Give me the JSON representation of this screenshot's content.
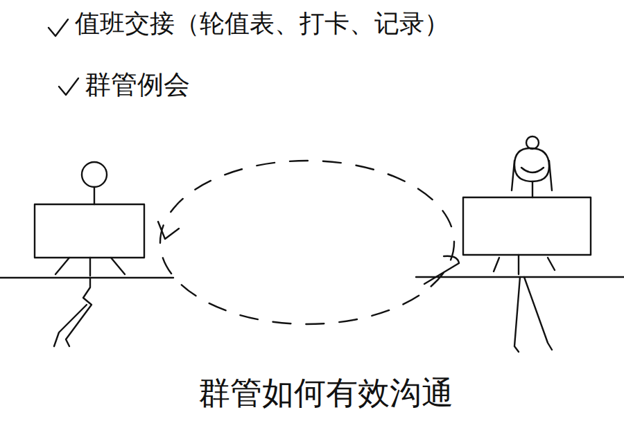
{
  "diagram": {
    "caption": "群管如何有效沟通",
    "labels": [
      "值班交接（轮值表、打卡、记录）",
      "群管例会"
    ]
  }
}
